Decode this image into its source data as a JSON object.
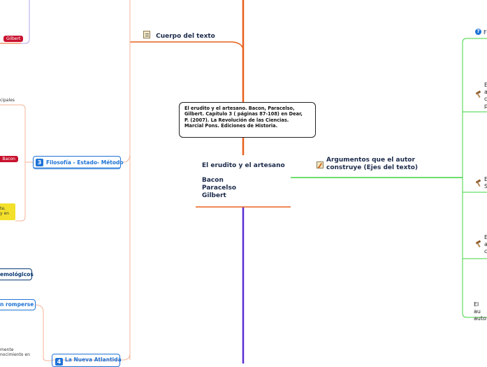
{
  "central": {
    "title": "El erudito y el artesano",
    "names": [
      "Bacon",
      "Paracelso",
      "Gilbert"
    ]
  },
  "reference_box": {
    "text": "El erudito y el artesano. Bacon, Paracelso, Gilbert. Capítulo 3 ( páginas 87-108) en Dear, P. (2007). La Revolución de las Ciencias. Marcial Pons. Ediciones de Historia."
  },
  "topics": {
    "cuerpo": "Cuerpo del texto",
    "argumentos": "Argumentos que el autor construye  (Ejes del texto)",
    "filosofia": "Filosofía - Estado- Método",
    "filosofia_number": "3",
    "nueva_atlantida": "La Nueva Atlantida",
    "nueva_atlantida_number": "4",
    "epistemologicos": "emológicos",
    "romperse": "n romperse"
  },
  "chips": {
    "gilbert": "Gilbert",
    "bacon": "Bacon"
  },
  "fragments": {
    "cipales": "cipales",
    "yellow_line1": "te,",
    "yellow_line2": "y en",
    "mente": "mente",
    "conocimiento": "nocimiento en",
    "right_top": "F",
    "right_b1": [
      "E",
      "a",
      "c",
      "p"
    ],
    "right_b2": [
      "E",
      "S"
    ],
    "right_b3": [
      "E",
      "a",
      "c"
    ],
    "right_bottom1": "El au",
    "right_bottom2": "auto"
  },
  "colors": {
    "orange": "#e8601c",
    "purple": "#5b2fd6",
    "green": "#3fd43f",
    "peach": "#f4b49b",
    "lavender": "#b6a4ec",
    "blue": "#1f73d6",
    "red_chip": "#c8102e",
    "yellow": "#f3e02b",
    "navy": "#0b3a75"
  },
  "icons": [
    "note-icon",
    "edit-icon",
    "help-icon",
    "gavel-icon",
    "number-badge-icon"
  ]
}
